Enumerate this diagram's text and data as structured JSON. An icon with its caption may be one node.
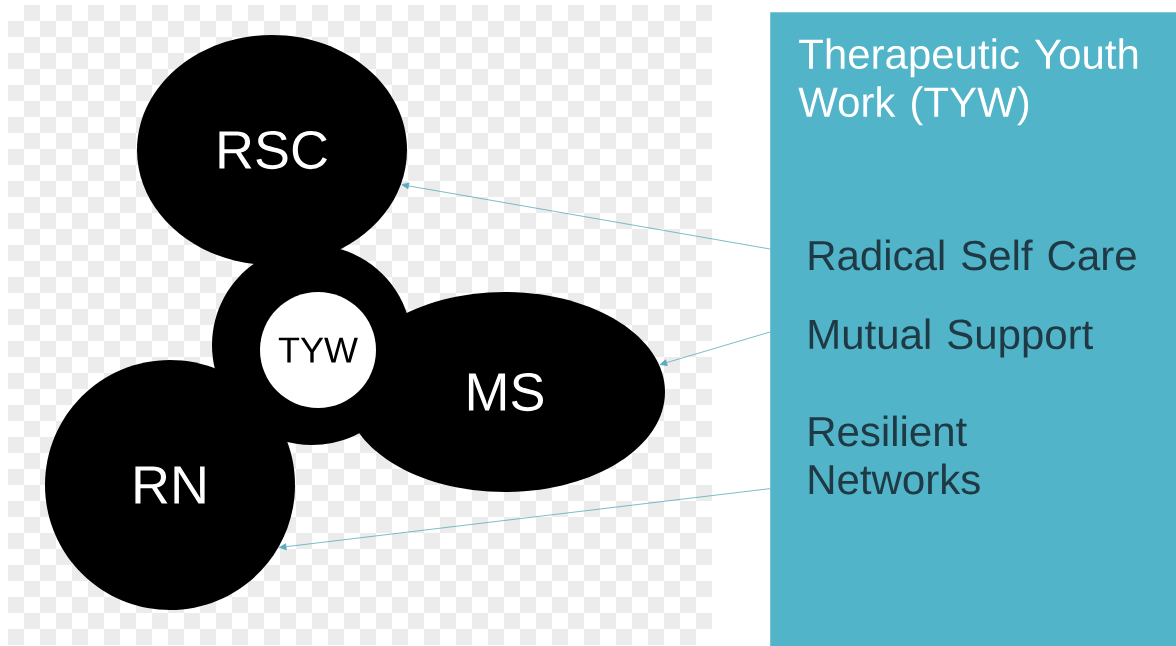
{
  "diagram": {
    "nodes": [
      {
        "text": [
          "RSC"
        ]
      },
      {
        "text": [
          "MS"
        ]
      },
      {
        "text": [
          "RN"
        ]
      },
      {
        "text": [
          "TYW"
        ]
      },
      {
        "text": [
          "Therapeutic Youth Work (TYW)"
        ]
      },
      {
        "text": [
          "Radical Self Care"
        ],
        "in": 4
      },
      {
        "text": [
          "Mutual Support"
        ],
        "in": 4
      },
      {
        "text": [
          "Resilient Networks"
        ],
        "in": 4
      }
    ],
    "edges": [
      {
        "from": 5,
        "to": 0,
        "arrow": "to"
      },
      {
        "from": 6,
        "to": 1,
        "arrow": "to"
      },
      {
        "from": 7,
        "to": 2,
        "arrow": "to"
      }
    ]
  }
}
